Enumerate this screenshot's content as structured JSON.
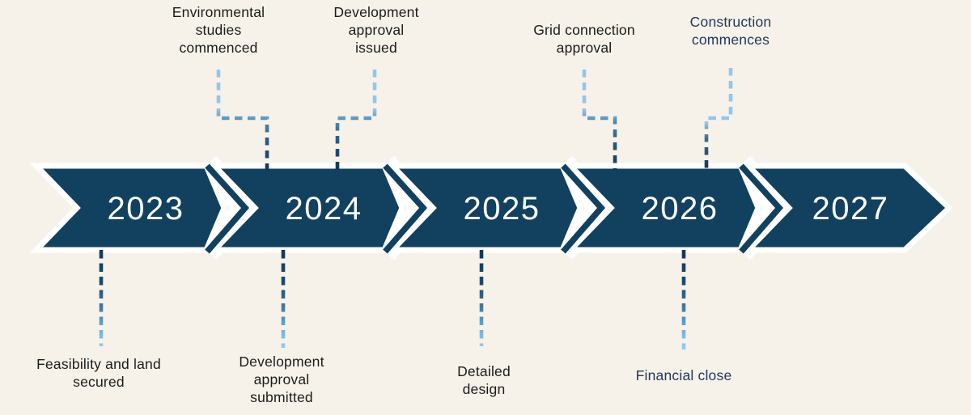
{
  "timeline": {
    "years": [
      "2023",
      "2024",
      "2025",
      "2026",
      "2027"
    ],
    "milestones_top": [
      {
        "label": "Environmental\nstudies\ncommenced"
      },
      {
        "label": "Development\napproval\nissued"
      },
      {
        "label": "Grid connection\napproval"
      },
      {
        "label": "Construction\ncommences"
      }
    ],
    "milestones_bottom": [
      {
        "label": "Feasibility and land\nsecured"
      },
      {
        "label": "Development\napproval\nsubmitted"
      },
      {
        "label": "Detailed\ndesign"
      },
      {
        "label": "Financial close"
      }
    ]
  },
  "colors": {
    "background": "#f6f2ea",
    "arrow_fill": "#12415f",
    "arrow_outline": "#ffffff",
    "label_dark": "#1c1c1c",
    "label_navy": "#21395c",
    "dash_light_blue": "#92c7ec",
    "dash_mid_blue": "#4f86ad",
    "dash_dark_navy": "#14375a"
  }
}
